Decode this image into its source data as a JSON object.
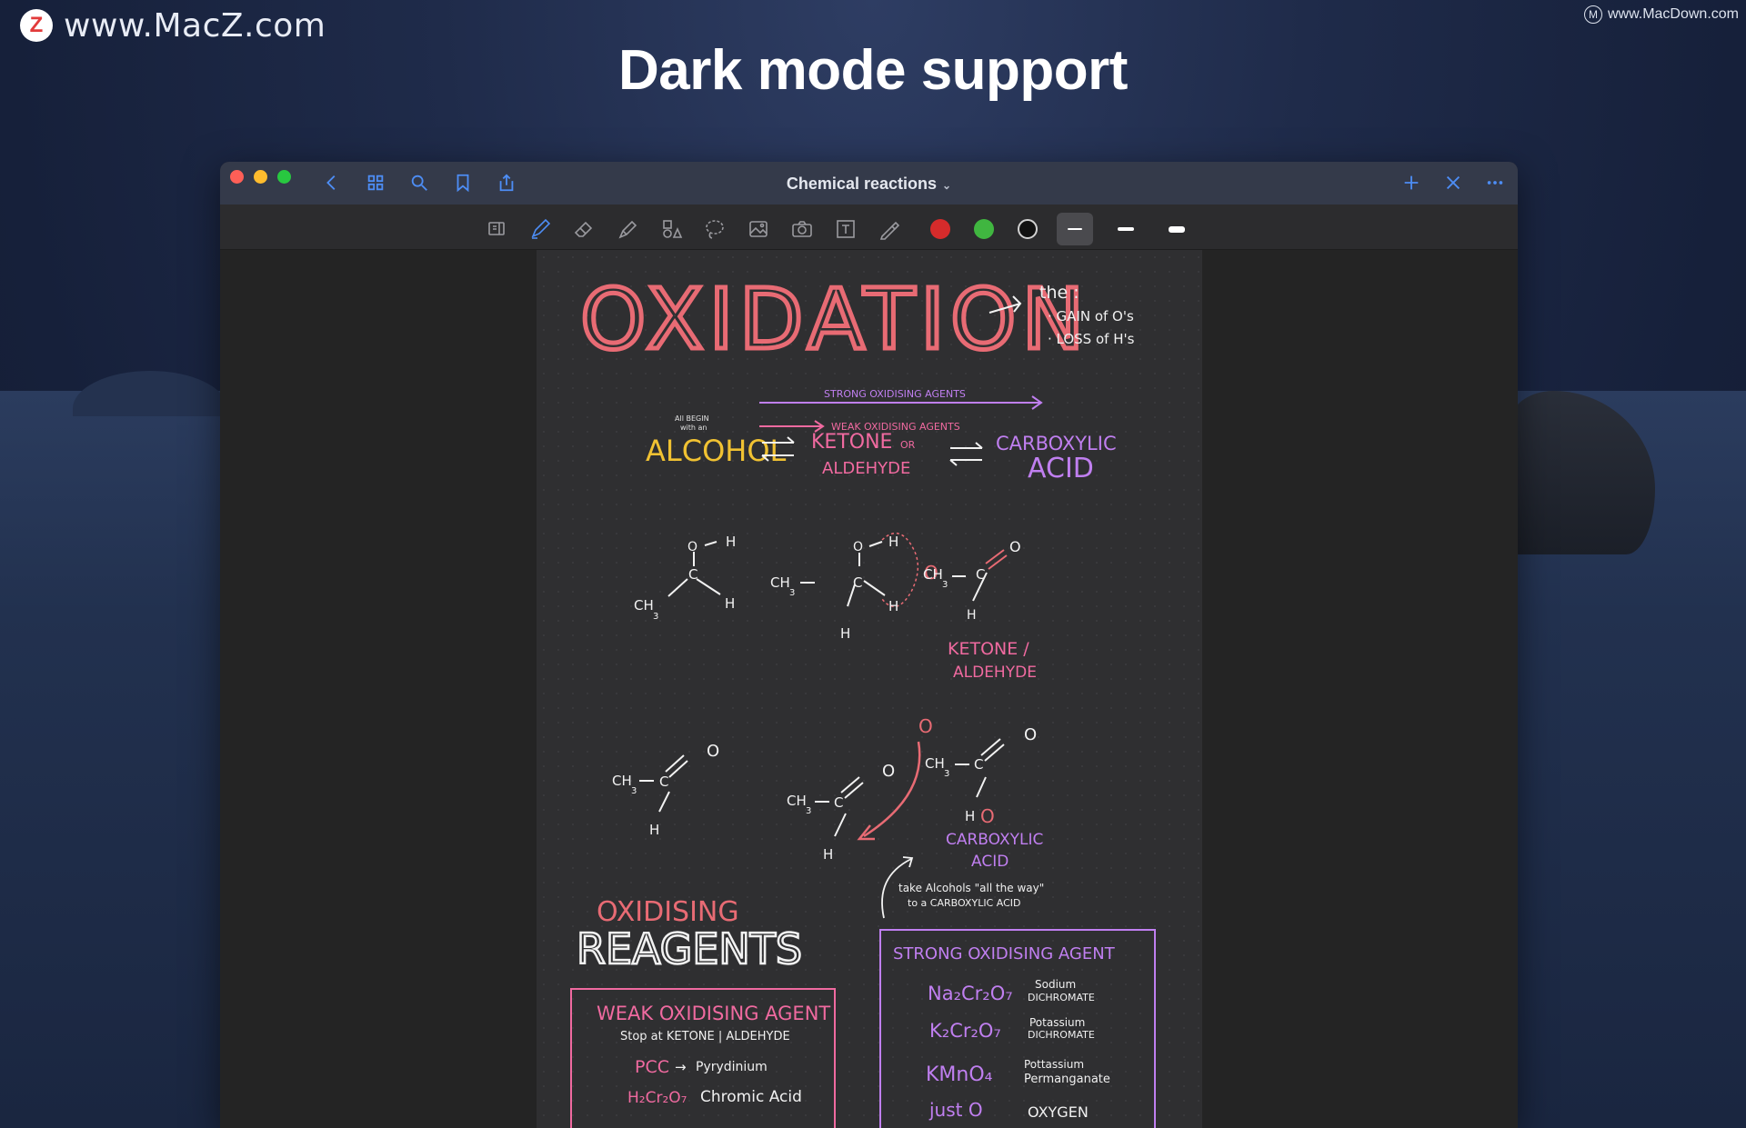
{
  "watermarks": {
    "left_logo_letter": "Z",
    "left_text": "www.MacZ.com",
    "right_text": "www.MacDown.com",
    "right_logo_letter": "M"
  },
  "headline": "Dark mode support",
  "window": {
    "title": "Chemical reactions",
    "title_chevron": "⌄",
    "nav_icons": [
      "back-chevron-icon",
      "grid-icon",
      "search-icon",
      "bookmark-icon",
      "share-icon"
    ],
    "right_icons": [
      "plus-icon",
      "close-icon",
      "more-icon"
    ],
    "tools": [
      "page-layout-icon",
      "pen-icon",
      "eraser-icon",
      "highlighter-icon",
      "shapes-icon",
      "lasso-icon",
      "image-icon",
      "camera-icon",
      "text-box-icon",
      "eyedropper-icon"
    ],
    "colors": {
      "red": "#d62b2b",
      "green": "#40b640",
      "black": "#111111"
    },
    "accent": "#4d8df5"
  },
  "notes": {
    "title": "OXIDATION",
    "side_note": {
      "line1": "the :",
      "line2": "· GAIN  of  O's",
      "line3": "· LOSS  of  H's"
    },
    "strong_arrow_label": "STRONG OXIDISING AGENTS",
    "weak_arrow_label": "WEAK OXIDISING AGENTS",
    "all_begin_l1": "All BEGIN",
    "all_begin_l2": "with an",
    "alcohol": "ALCOHOL",
    "ketone_l1": "KETONE",
    "ketone_or": "OR",
    "ketone_l2": "ALDEHYDE",
    "carboxylic_l1": "CARBOXYLIC",
    "carboxylic_l2": "ACID",
    "atoms": {
      "o": "O",
      "h": "H",
      "c": "C",
      "ch3": "CH",
      "sub3": "3",
      "red_o": "O"
    },
    "ketone_label_l1": "KETONE /",
    "ketone_label_l2": "ALDEHYDE",
    "carb_label_l1": "CARBOXYLIC",
    "carb_label_l2": "ACID",
    "take_note_l1": "take  Alcohols  \"all  the  way\"",
    "take_note_l2": "to  a  CARBOXYLIC  ACID",
    "reagents_l1": "OXIDISING",
    "reagents_l2": "REAGENTS",
    "weak_box": {
      "title": "WEAK OXIDISING AGENT",
      "subtitle": "Stop at  KETONE | ALDEHYDE",
      "item1_formula": "PCC",
      "item1_arrow": "→",
      "item1_name": "Pyrydinium",
      "item2_formula": "H₂Cr₂O₇",
      "item2_name": "Chromic  Acid"
    },
    "strong_box": {
      "title": "STRONG  OXIDISING  AGENT",
      "item1_formula": "Na₂Cr₂O₇",
      "item1_name_l1": "Sodium",
      "item1_name_l2": "DICHROMATE",
      "item2_formula": "K₂Cr₂O₇",
      "item2_name_l1": "Potassium",
      "item2_name_l2": "DICHROMATE",
      "item3_formula": "KMnO₄",
      "item3_name_l1": "Pottassium",
      "item3_name_l2": "Permanganate",
      "item4_formula": "just  O",
      "item4_name": "OXYGEN"
    }
  }
}
